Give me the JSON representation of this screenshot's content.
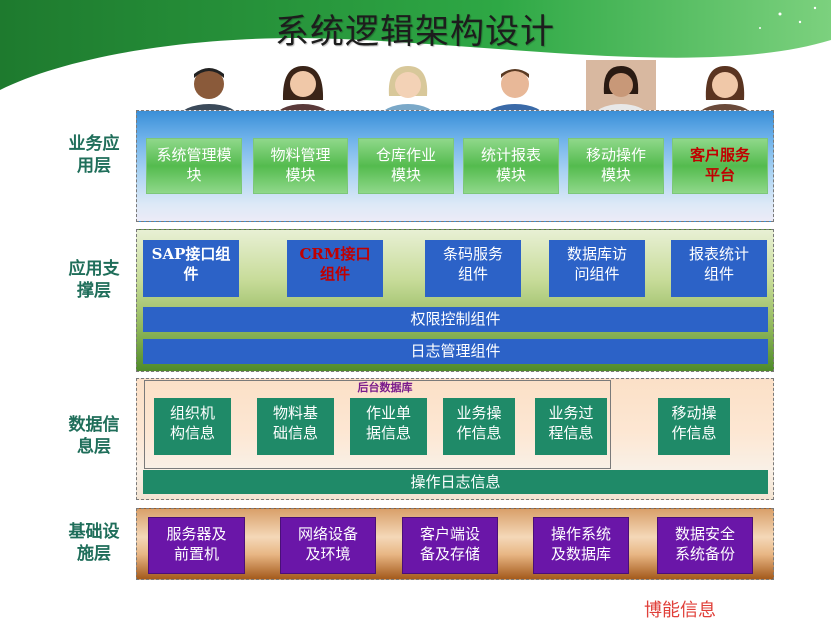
{
  "title": "系统逻辑架构设计",
  "layers": [
    {
      "label_line1": "业务应",
      "label_line2": "用层"
    },
    {
      "label_line1": "应用支",
      "label_line2": "撑层"
    },
    {
      "label_line1": "数据信",
      "label_line2": "息层"
    },
    {
      "label_line1": "基础设",
      "label_line2": "施层"
    }
  ],
  "business": [
    {
      "l1": "系统管理模",
      "l2": "块"
    },
    {
      "l1": "物料管理",
      "l2": "模块"
    },
    {
      "l1": "仓库作业",
      "l2": "模块"
    },
    {
      "l1": "统计报表",
      "l2": "模块"
    },
    {
      "l1": "移动操作",
      "l2": "模块"
    },
    {
      "l1": "客户服务",
      "l2": "平台"
    }
  ],
  "support": [
    {
      "l1": "SAP接口组",
      "l2": "件"
    },
    {
      "l1": "CRM接口",
      "l2": "组件"
    },
    {
      "l1": "条码服务",
      "l2": "组件"
    },
    {
      "l1": "数据库访",
      "l2": "问组件"
    },
    {
      "l1": "报表统计",
      "l2": "组件"
    }
  ],
  "support_bars": [
    "权限控制组件",
    "日志管理组件"
  ],
  "backend_label": "后台数据库",
  "data": [
    {
      "l1": "组织机",
      "l2": "构信息"
    },
    {
      "l1": "物料基",
      "l2": "础信息"
    },
    {
      "l1": "作业单",
      "l2": "据信息"
    },
    {
      "l1": "业务操",
      "l2": "作信息"
    },
    {
      "l1": "业务过",
      "l2": "程信息"
    },
    {
      "l1": "移动操",
      "l2": "作信息"
    }
  ],
  "data_bar": "操作日志信息",
  "infra": [
    {
      "l1": "服务器及",
      "l2": "前置机"
    },
    {
      "l1": "网络设备",
      "l2": "及环境"
    },
    {
      "l1": "客户端设",
      "l2": "备及存储"
    },
    {
      "l1": "操作系统",
      "l2": "及数据库"
    },
    {
      "l1": "数据安全",
      "l2": "系统备份"
    }
  ],
  "brand": "博能信息",
  "colors": {
    "accent_green": "#1f8a68",
    "accent_blue": "#2c62c7",
    "accent_purple": "#6a16a8",
    "highlight_red": "#c00000"
  }
}
